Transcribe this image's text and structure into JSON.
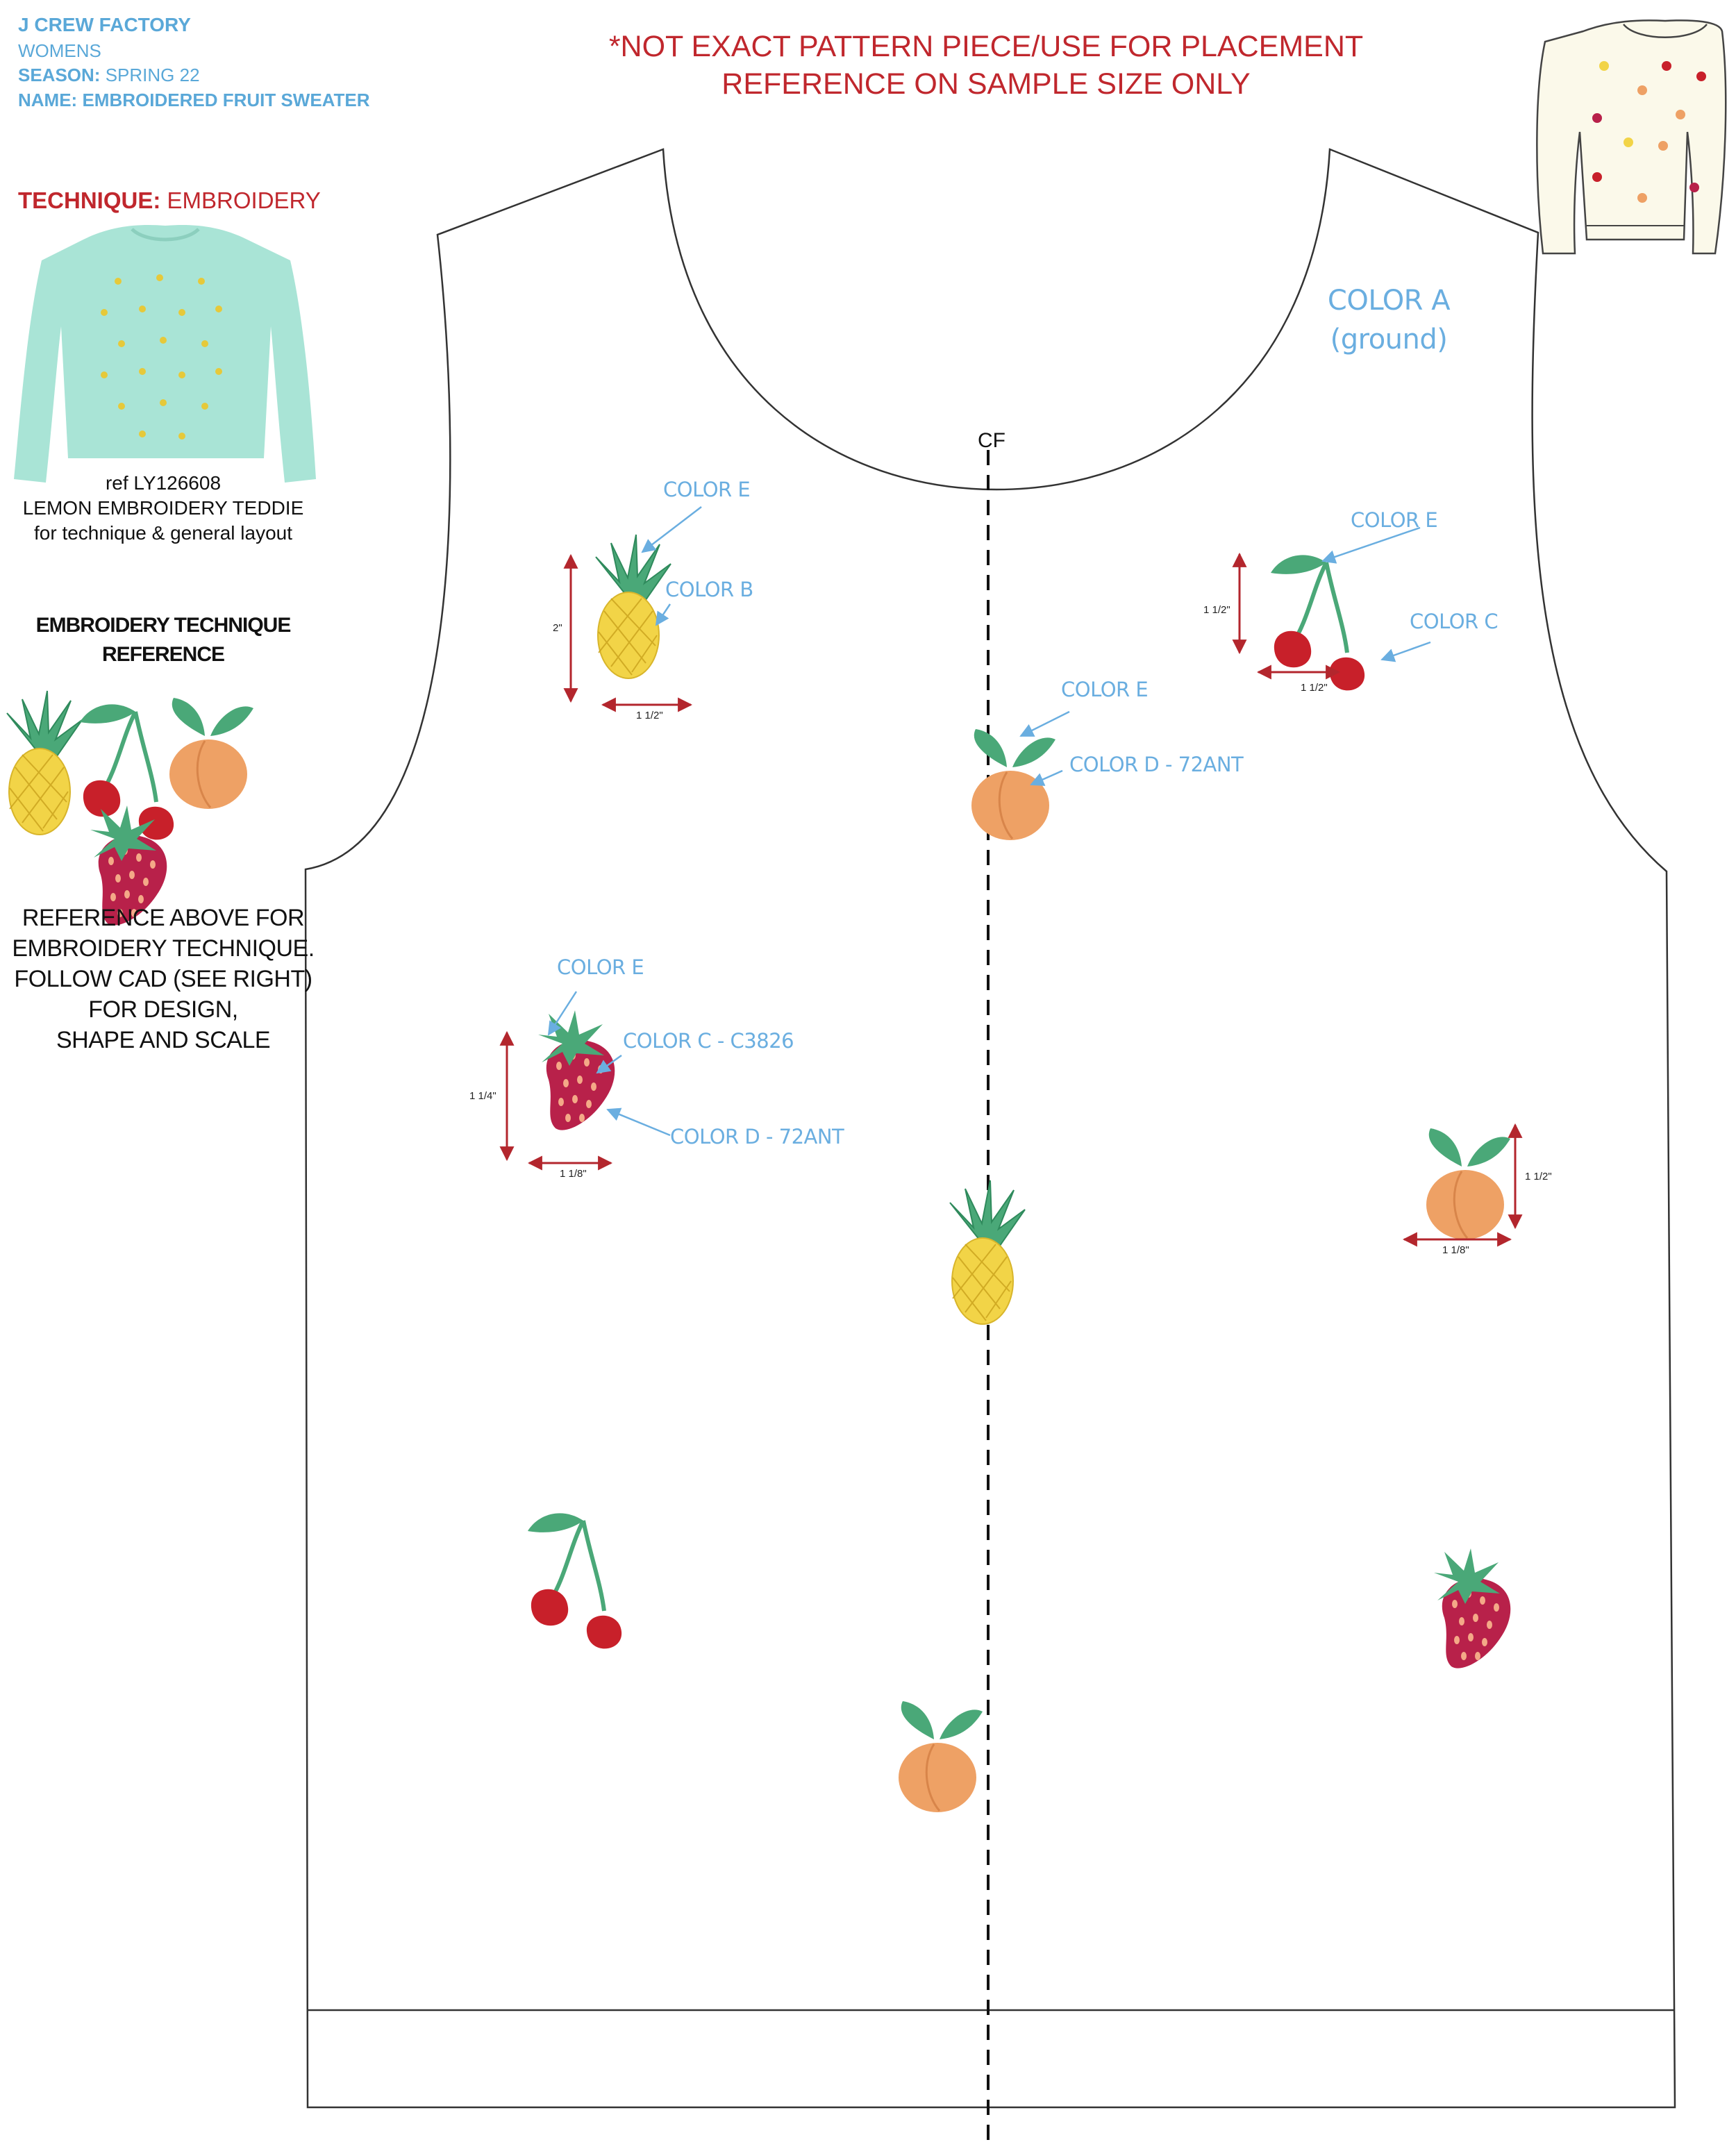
{
  "header": {
    "brand": "J CREW  FACTORY",
    "division": "WOMENS",
    "season_label": "SEASON:",
    "season_value": "SPRING 22",
    "name_label": "NAME:",
    "name_value": "EMBROIDERED FRUIT SWEATER"
  },
  "notice": {
    "line1": "*NOT EXACT PATTERN PIECE/USE FOR PLACEMENT",
    "line2": "REFERENCE ON SAMPLE SIZE ONLY"
  },
  "technique": {
    "label": "TECHNIQUE:",
    "value": "EMBROIDERY",
    "ref_line1": "ref LY126608",
    "ref_line2": "LEMON EMBROIDERY TEDDIE",
    "ref_line3": "for technique & general layout"
  },
  "embroidery_reference": {
    "title_line1": "EMBROIDERY TECHNIQUE",
    "title_line2": "REFERENCE",
    "note_lines": [
      "REFERENCE ABOVE FOR",
      "EMBROIDERY TECHNIQUE.",
      "FOLLOW CAD (SEE RIGHT)",
      "FOR DESIGN,",
      "SHAPE AND SCALE"
    ]
  },
  "pattern": {
    "ground_line1": "COLOR A",
    "ground_line2": "(ground)",
    "center_front": "CF"
  },
  "callouts": {
    "pineapple_leaf": "COLOR E",
    "pineapple_body": "COLOR B",
    "cherry_leaf": "COLOR E",
    "cherry_fruit": "COLOR C",
    "peach_leaf": "COLOR E",
    "peach_body": "COLOR D - 72ANT",
    "strawberry_leaf": "COLOR E",
    "strawberry_body": "COLOR C - C3826",
    "strawberry_seeds": "COLOR D - 72ANT"
  },
  "dimensions": {
    "pineapple_height": "2\"",
    "pineapple_width": "1 1/2\"",
    "cherry_height": "1 1/2\"",
    "cherry_width": "1 1/2\"",
    "strawberry_height": "1 1/4\"",
    "strawberry_width": "1 1/8\"",
    "peach_height": "1 1/2\"",
    "peach_width": "1 1/8\""
  },
  "colors": {
    "header_blue": "#5aa8d8",
    "notice_red": "#c0272d",
    "callout_blue": "#6aaee0",
    "dimension_red": "#b3262d",
    "pineapple_yellow": "#f2d447",
    "leaf_green": "#4aa878",
    "cherry_red": "#c8202a",
    "peach_orange": "#eea165",
    "strawberry_red": "#b8214a",
    "sweater_mint": "#a9e4d6",
    "sweater_cream": "#fbf9ea"
  }
}
